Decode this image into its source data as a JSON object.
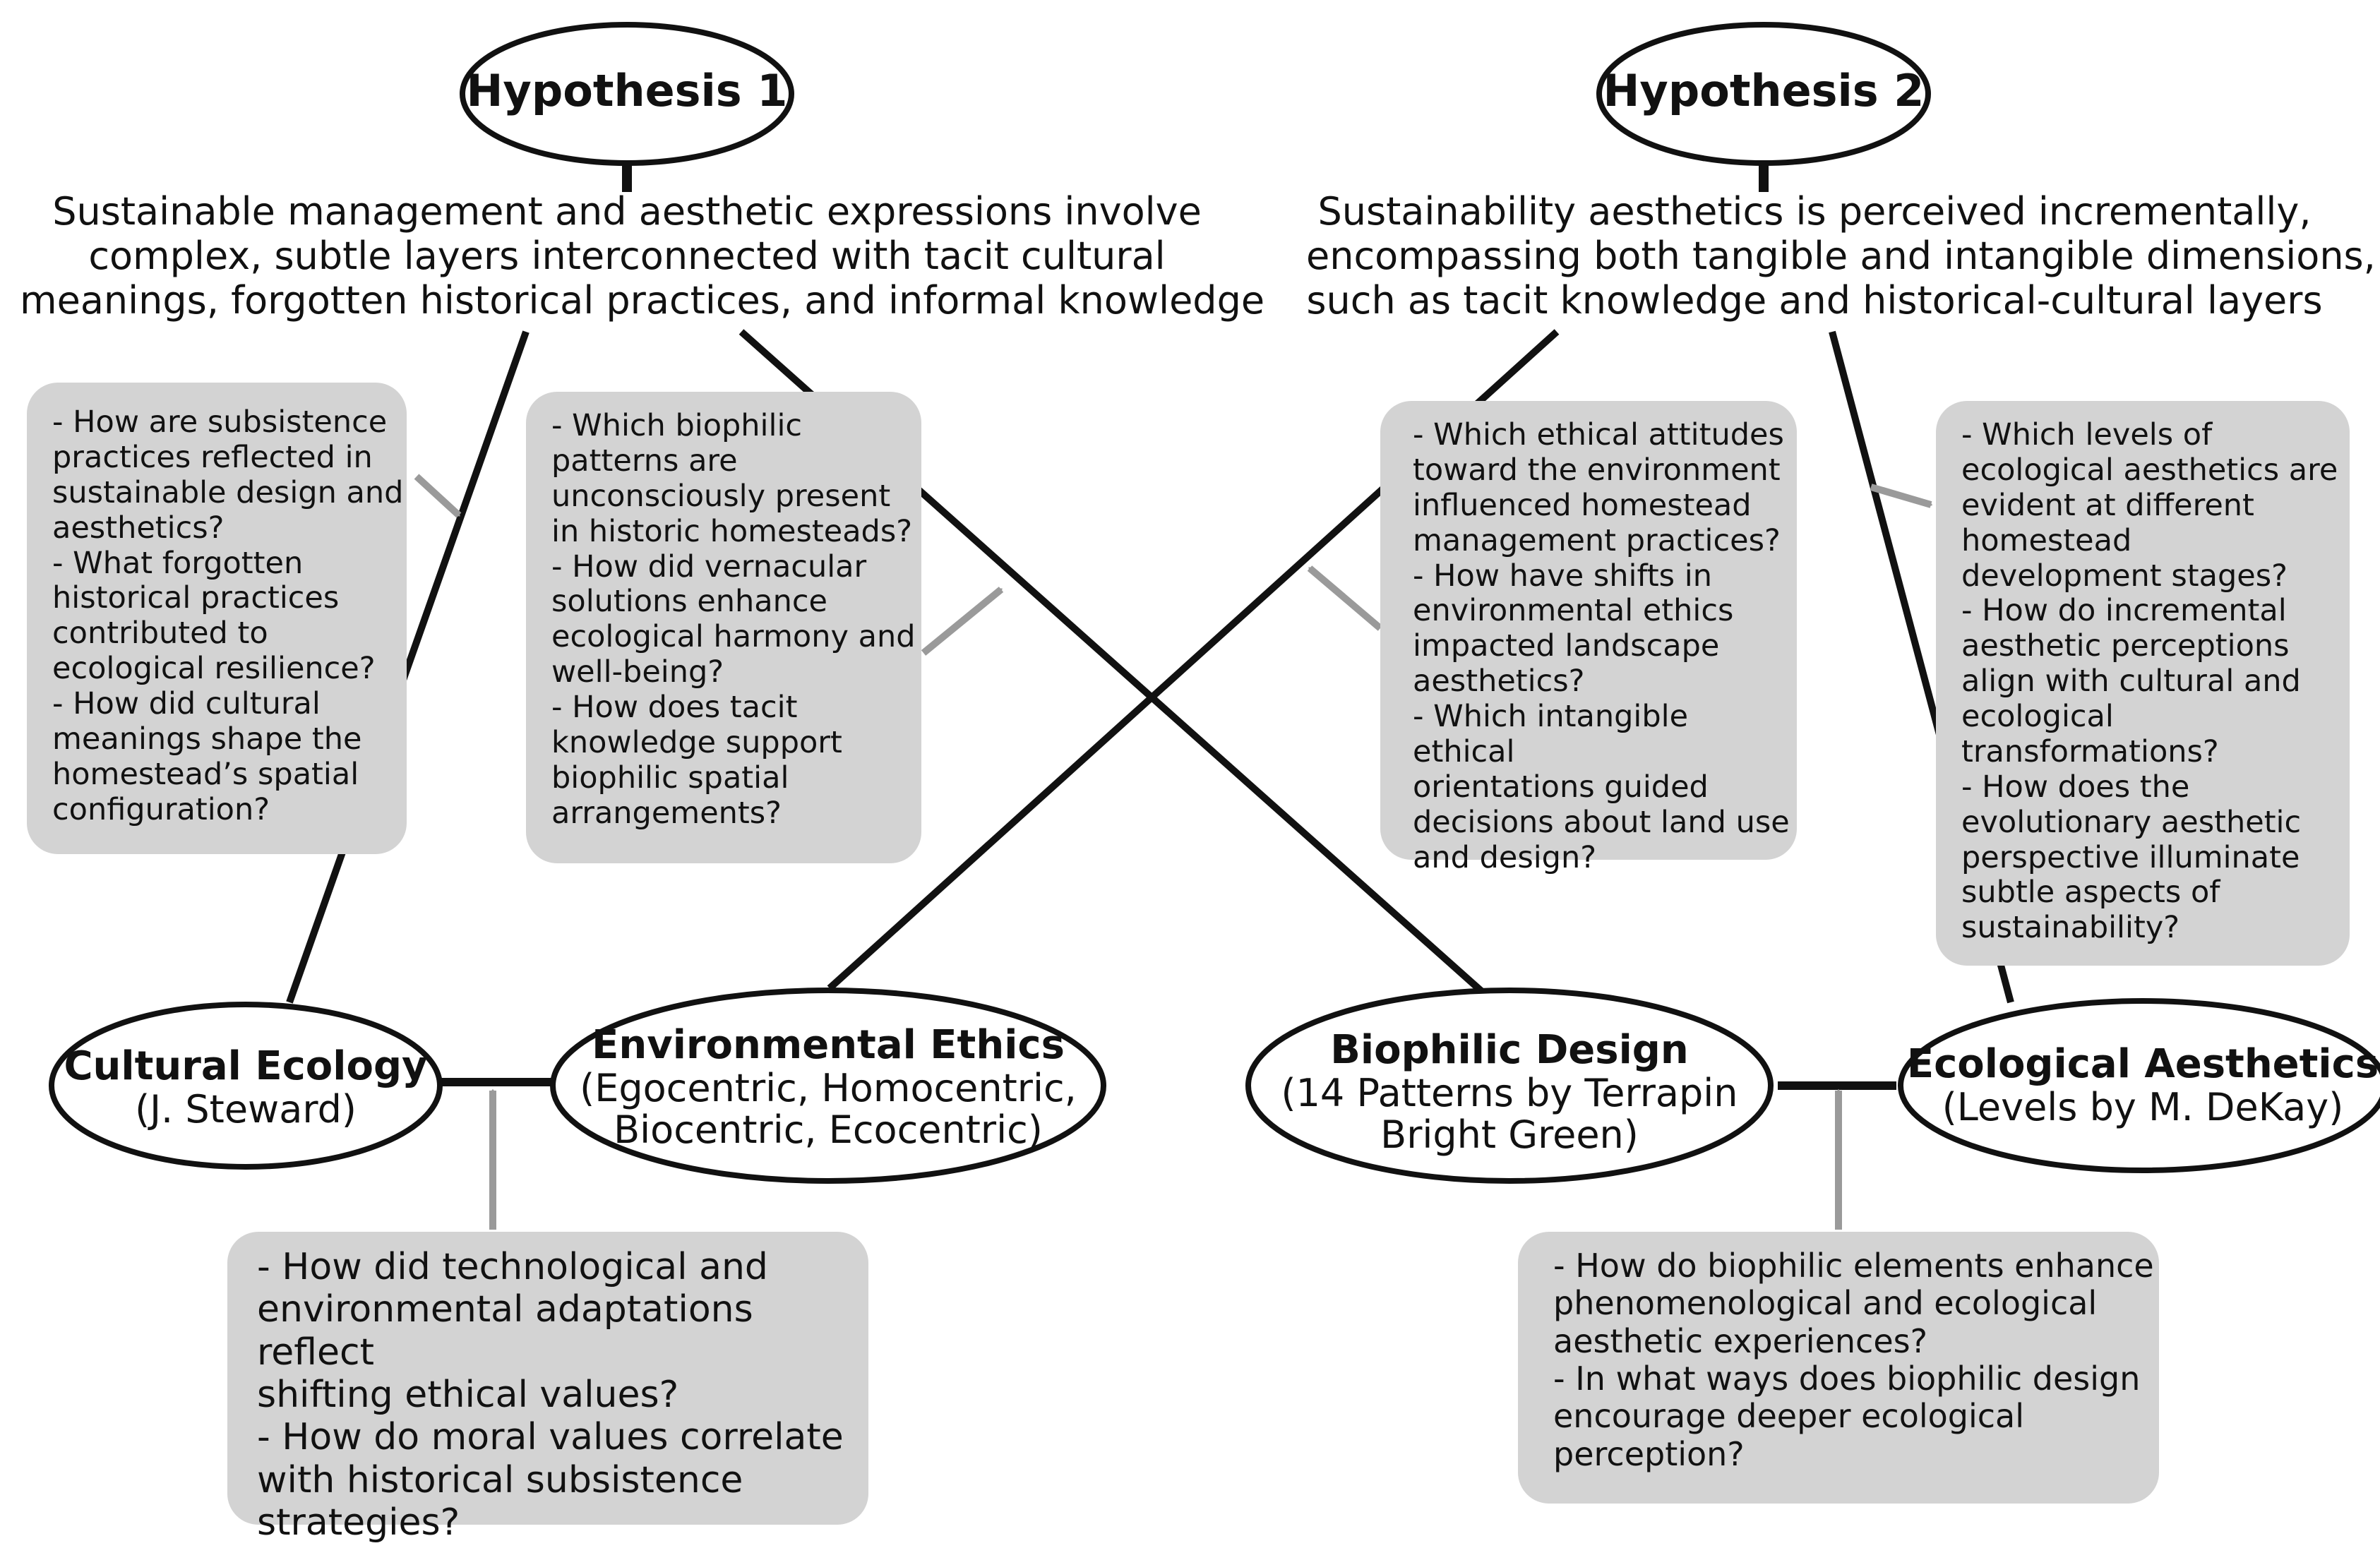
{
  "hypotheses": [
    {
      "label": "Hypothesis 1",
      "text": [
        "Sustainable management and aesthetic expressions involve",
        "complex, subtle layers interconnected with tacit cultural",
        "meanings, forgotten historical practices, and informal knowledge"
      ]
    },
    {
      "label": "Hypothesis 2",
      "text": [
        "Sustainability aesthetics is perceived incrementally,",
        "encompassing both tangible and intangible dimensions,",
        "such as tacit knowledge and historical-cultural layers"
      ]
    }
  ],
  "nodes": {
    "cultural_ecology": {
      "title": "Cultural Ecology",
      "subtitle": [
        "(J. Steward)"
      ]
    },
    "environmental_ethics": {
      "title": "Environmental Ethics",
      "subtitle": [
        "(Egocentric, Homocentric,",
        "Biocentric, Ecocentric)"
      ]
    },
    "biophilic_design": {
      "title": "Biophilic Design",
      "subtitle": [
        "(14 Patterns by Terrapin",
        "Bright Green)"
      ]
    },
    "ecological_aesthetics": {
      "title": "Ecological Aesthetics",
      "subtitle": [
        "(Levels by M. DeKay)"
      ]
    }
  },
  "question_boxes": {
    "cultural_ecology": [
      "- How are subsistence",
      "practices reflected in",
      "sustainable design and",
      "aesthetics?",
      "- What forgotten",
      "historical practices",
      "contributed to",
      "ecological resilience?",
      "- How did cultural",
      "meanings shape the",
      "homestead’s spatial",
      "configuration?"
    ],
    "biophilic_patterns": [
      "- Which biophilic",
      "patterns are",
      "unconsciously present",
      "in historic homesteads?",
      "- How did vernacular",
      "solutions enhance",
      "ecological harmony and",
      "well-being?",
      "- How does tacit",
      "knowledge support",
      "biophilic spatial",
      "arrangements?"
    ],
    "ethical_attitudes": [
      "- Which ethical attitudes",
      "toward the environment",
      "influenced homestead",
      "management practices?",
      "- How have shifts in",
      "environmental ethics",
      "impacted landscape",
      "aesthetics?",
      "- Which intangible ethical",
      "orientations guided",
      "decisions about land use",
      "and design?"
    ],
    "ecological_aesthetics_levels": [
      "- Which levels of",
      "ecological aesthetics are",
      "evident at different",
      "homestead",
      "development stages?",
      "- How do incremental",
      "aesthetic perceptions",
      "align with cultural and",
      "ecological",
      "transformations?",
      "- How does the",
      "evolutionary aesthetic",
      "perspective illuminate",
      "subtle aspects of",
      "sustainability?"
    ],
    "ethics_adaptations": [
      "- How did technological and",
      "environmental adaptations reflect",
      "shifting ethical values?",
      "- How do moral values correlate",
      "with historical subsistence",
      "strategies?"
    ],
    "biophilic_experience": [
      "- How do biophilic elements enhance",
      "phenomenological and ecological",
      "aesthetic experiences?",
      "- In what ways does biophilic design",
      "encourage deeper ecological",
      "perception?"
    ]
  },
  "colors": {
    "line": "#111111",
    "arrow": "#9a9a9a",
    "box_fill": "#d3d3d3",
    "background": "#ffffff"
  }
}
